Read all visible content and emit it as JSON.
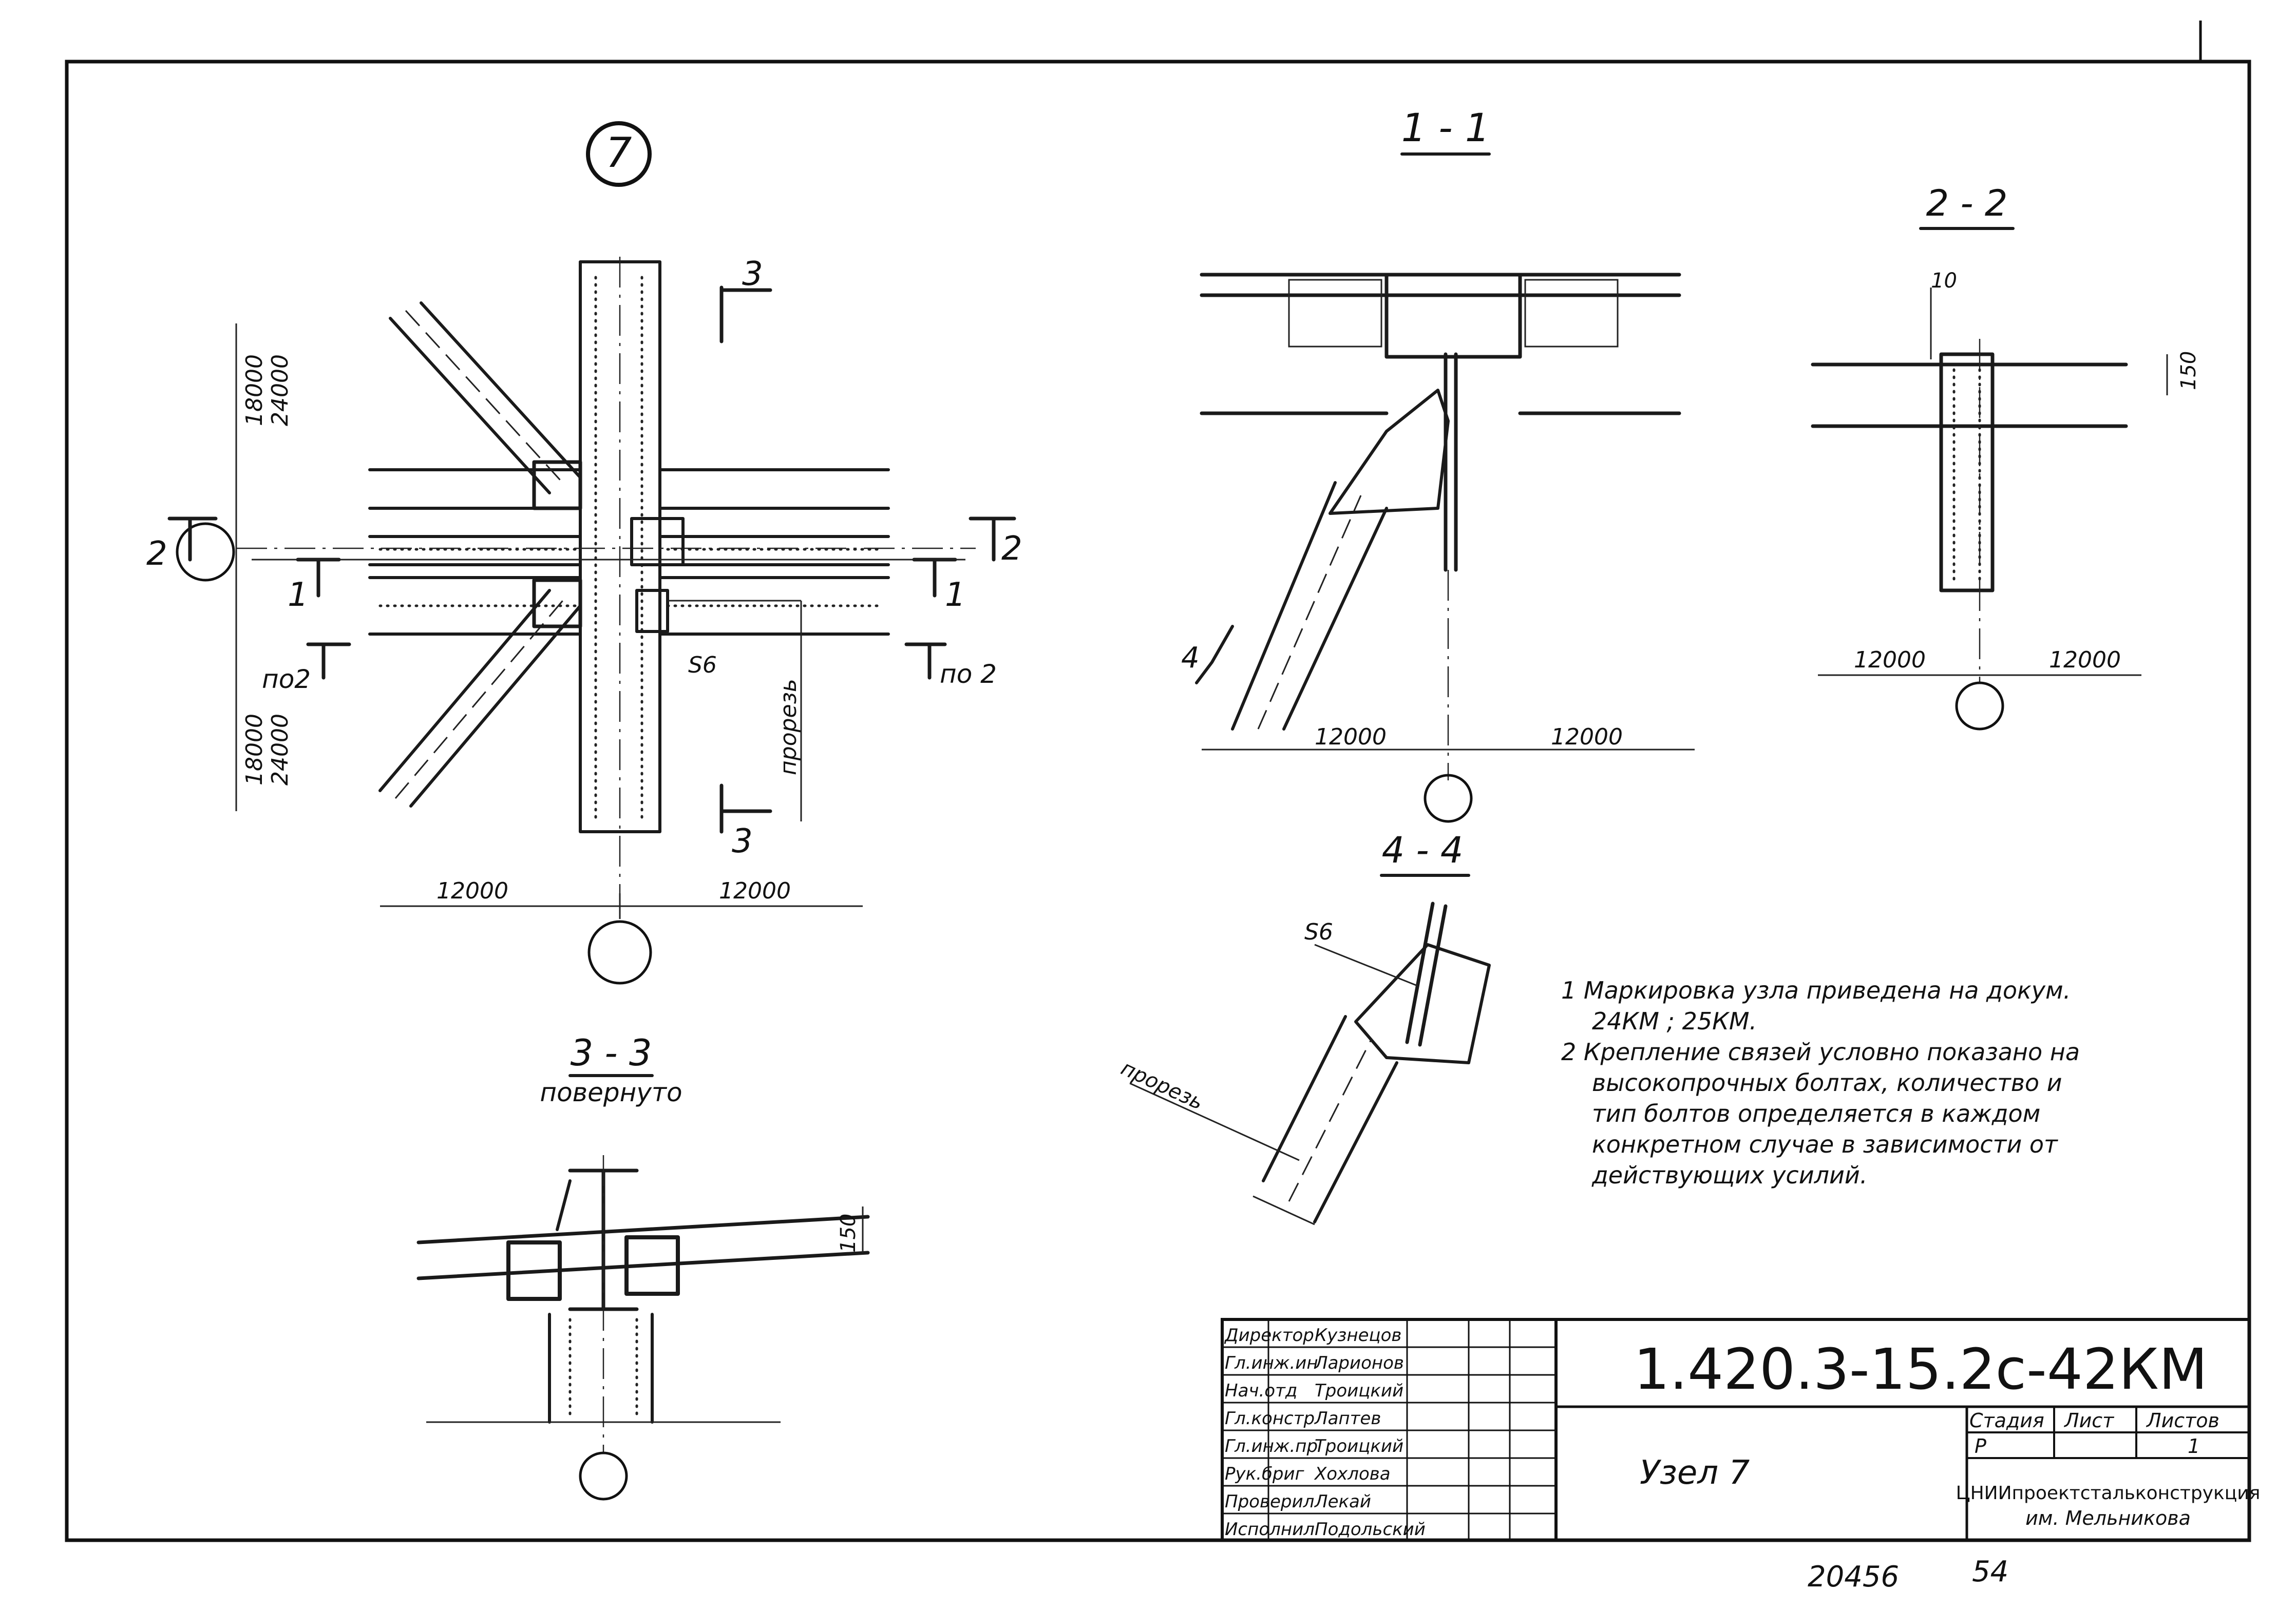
{
  "node_marker": "7",
  "main_view": {
    "dims": [
      "18000",
      "24000",
      "18000",
      "24000",
      "12000",
      "12000"
    ],
    "section_labels": [
      "3",
      "3",
      "2",
      "2",
      "1",
      "1",
      "по2",
      "по 2"
    ],
    "notes": [
      "S6",
      "прорезь"
    ]
  },
  "section_1_1": {
    "title": "1 - 1",
    "dims": [
      "12000",
      "12000"
    ],
    "cut_label": "4"
  },
  "section_2_2": {
    "title": "2 - 2",
    "dims": [
      "10",
      "150",
      "12000",
      "12000"
    ]
  },
  "section_3_3": {
    "title": "3 - 3",
    "subtitle": "повернуто",
    "dims": [
      "150"
    ]
  },
  "section_4_4": {
    "title": "4 - 4",
    "notes": [
      "S6",
      "прорезь"
    ]
  },
  "notes": [
    "1  Маркировка узла приведена на докум. 24КМ ; 25КМ.",
    "2  Крепление связей условно показано на высокопрочных болтах, количество и тип болтов определяется в каждом конкретном случае в зависимости от действующих усилий."
  ],
  "title_block": {
    "document_code": "1.420.3-15.2с-42КМ",
    "drawing_title": "Узел 7",
    "roles": [
      {
        "role": "Директор",
        "name": "Кузнецов"
      },
      {
        "role": "Гл.инж.ин",
        "name": "Ларионов"
      },
      {
        "role": "Нач.отд",
        "name": "Троицкий"
      },
      {
        "role": "Гл.констр",
        "name": "Лаптев"
      },
      {
        "role": "Гл.инж.пр",
        "name": "Троицкий"
      },
      {
        "role": "Рук.бриг",
        "name": "Хохлова"
      },
      {
        "role": "Проверил",
        "name": "Лекай"
      },
      {
        "role": "Исполнил",
        "name": "Подольский"
      }
    ],
    "stage_header": "Стадия",
    "sheet_header": "Лист",
    "sheets_header": "Листов",
    "stage": "Р",
    "sheet": "",
    "sheets": "1",
    "organization": "ЦНИИпроектстальконструкция",
    "organization_sub": "им. Мельникова"
  },
  "footer": {
    "inventory_number": "20456",
    "page_number": "54"
  }
}
